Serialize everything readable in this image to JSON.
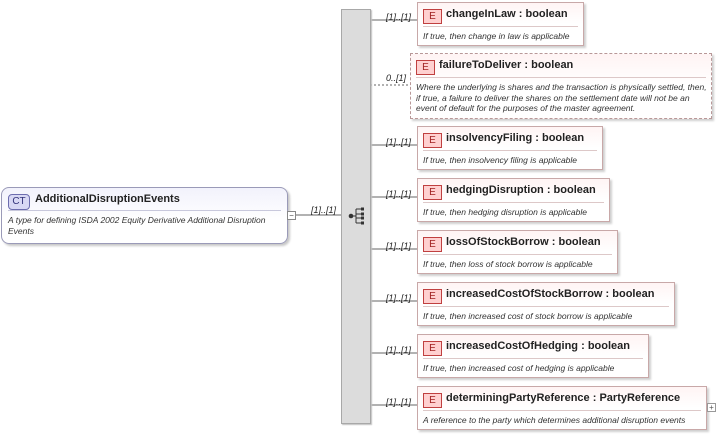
{
  "complex_type": {
    "badge": "CT",
    "name": "AdditionalDisruptionEvents",
    "documentation": "A type for defining ISDA 2002 Equity Derivative Additional Disruption Events",
    "cardinality": "[1]..[1]"
  },
  "elements": [
    {
      "badge": "E",
      "cardinality": "[1]..[1]",
      "name": "changeInLaw",
      "type": "boolean",
      "documentation": "If true, then change in law is applicable",
      "optional": false
    },
    {
      "badge": "E",
      "cardinality": "0..[1]",
      "name": "failureToDeliver",
      "type": "boolean",
      "documentation": "Where the underlying is shares and the transaction is physically settled, then, if true, a failure to deliver the shares on the settlement date will not be an event of default for the purposes of the master agreement.",
      "optional": true
    },
    {
      "badge": "E",
      "cardinality": "[1]..[1]",
      "name": "insolvencyFiling",
      "type": "boolean",
      "documentation": "If true, then insolvency filing is applicable",
      "optional": false
    },
    {
      "badge": "E",
      "cardinality": "[1]..[1]",
      "name": "hedgingDisruption",
      "type": "boolean",
      "documentation": "If true, then hedging disruption is applicable",
      "optional": false
    },
    {
      "badge": "E",
      "cardinality": "[1]..[1]",
      "name": "lossOfStockBorrow",
      "type": "boolean",
      "documentation": "If true, then loss of stock borrow is applicable",
      "optional": false
    },
    {
      "badge": "E",
      "cardinality": "[1]..[1]",
      "name": "increasedCostOfStockBorrow",
      "type": "boolean",
      "documentation": "If true, then increased cost of stock borrow is applicable",
      "optional": false
    },
    {
      "badge": "E",
      "cardinality": "[1]..[1]",
      "name": "increasedCostOfHedging",
      "type": "boolean",
      "documentation": "If true, then increased cost of hedging is applicable",
      "optional": false
    },
    {
      "badge": "E",
      "cardinality": "[1]..[1]",
      "name": "determiningPartyReference",
      "type": "PartyReference",
      "documentation": "A reference to the party which determines additional disruption events",
      "optional": false
    }
  ],
  "colors": {
    "element_fill": "#fff4f4",
    "element_badge": "#ffd0d0",
    "type_badge": "#d8d8f4",
    "sequence_bar": "#dcdcdc"
  }
}
